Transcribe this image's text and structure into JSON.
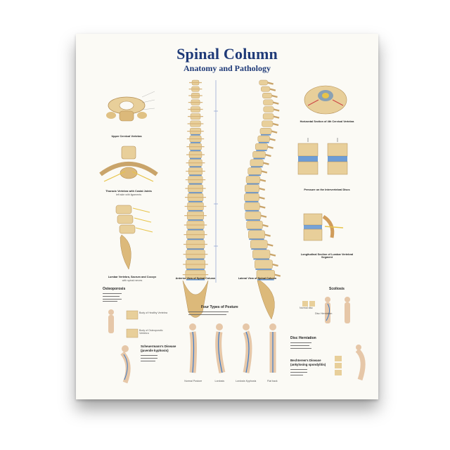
{
  "poster": {
    "title": "Spinal Column",
    "subtitle": "Anatomy and Pathology",
    "panels": {
      "upper_cervical": "Upper Cervical Vertebra",
      "thoracic": "Thoracic Vertebra with Costal Joints",
      "thoracic_sub": "left side with ligaments",
      "lumbar": "Lumbar Vertebra, Sacrum and Coccyx",
      "lumbar_sub": "with spinal nerves",
      "anterior": "Anterior View of Spinal Column",
      "lateral": "Lateral View of Spinal Column",
      "horizontal_section": "Horizontal Section of 4th Cervical Vertebra",
      "disc_pressure": "Pressure on the Intervertebral Discs",
      "longitudinal": "Longitudinal Section of Lumbar Vertebral Segment",
      "osteoporosis": "Osteoporosis",
      "posture": "Four Types of Posture",
      "scoliosis": "Scoliosis",
      "disc_herniation": "Disc Herniation",
      "scheuermann": "Scheuermann's Disease",
      "scheuermann_sub": "(juvenile kyphosis)",
      "bechterew": "Bechterew's Disease",
      "bechterew_sub": "(ankylosing spondylitis)",
      "healthy_vertebra": "Body of Healthy Vertebra",
      "osteoporotic_vertebra": "Body of Osteoporotic Vertebra",
      "normal_disc": "Normal disc",
      "herniated_disc": "Disc Herniation",
      "posture_labels": [
        "Normal Posture",
        "Lordosis",
        "Lordosis Kyphosis",
        "Flat back"
      ]
    },
    "colors": {
      "title": "#1f3a78",
      "bone": "#e8cf9a",
      "disc": "#3d7cc9",
      "nerve": "#e7c44a"
    }
  }
}
